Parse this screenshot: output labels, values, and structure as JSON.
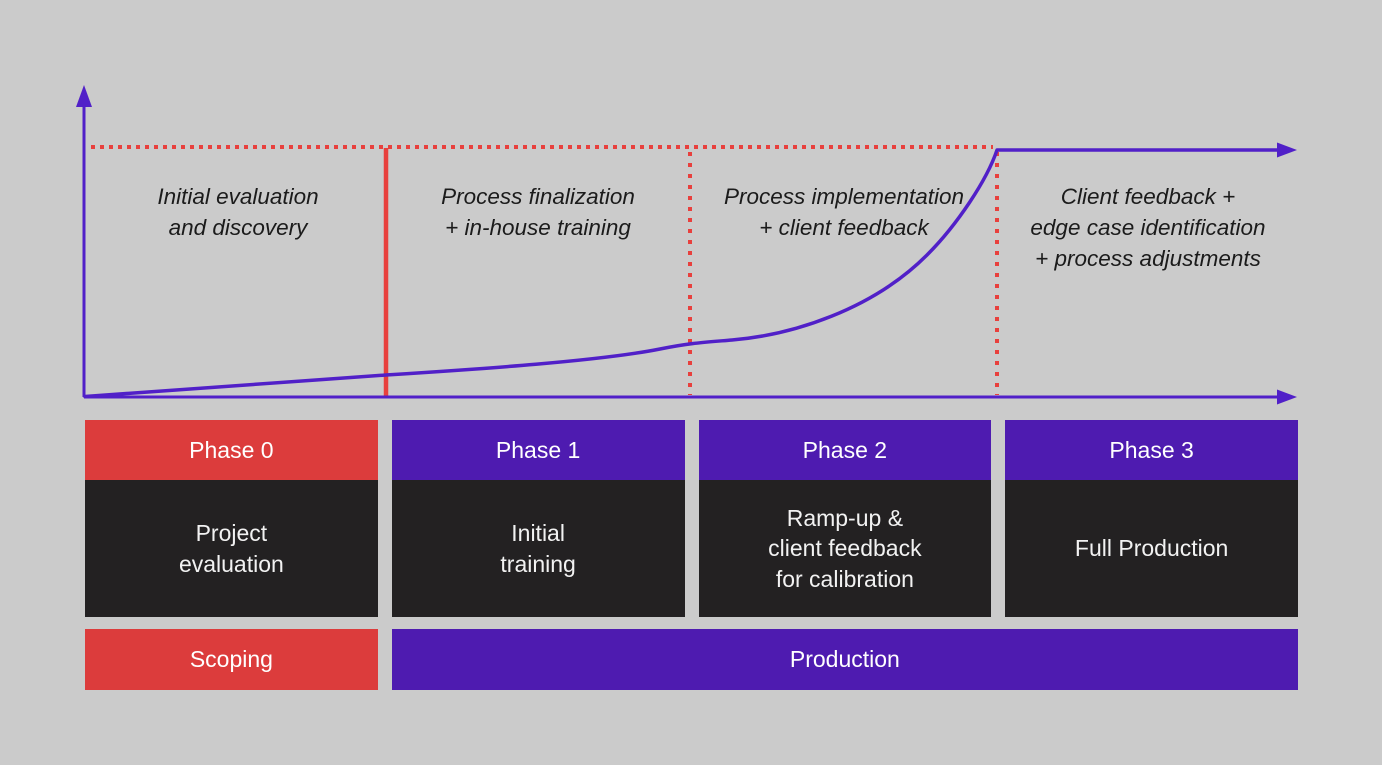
{
  "colors": {
    "bg": "#cbcbcb",
    "red": "#dc3c3c",
    "red-line": "#e8403d",
    "purple": "#4e1bb0",
    "purple-line": "#5120c8",
    "dark": "#232122",
    "text-light": "#f2f2f2",
    "text-dark": "#1b1b1b"
  },
  "chart": {
    "type": "line",
    "description": "Conceptual ramp-up curve rising from origin, flat near top after Phase 2/3 boundary; red dotted ceiling line; red section dividers",
    "region_labels": [
      {
        "text": "Initial evaluation\nand discovery"
      },
      {
        "text": "Process finalization\n+ in-house training"
      },
      {
        "text": "Process implementation\n+ client feedback"
      },
      {
        "text": "Client feedback +\nedge case identification\n+ process adjustments"
      }
    ]
  },
  "phases": [
    {
      "header": "Phase 0",
      "body": "Project\nevaluation"
    },
    {
      "header": "Phase 1",
      "body": "Initial\ntraining"
    },
    {
      "header": "Phase 2",
      "body": "Ramp-up &\nclient feedback\nfor calibration"
    },
    {
      "header": "Phase 3",
      "body": "Full Production"
    }
  ],
  "timeline": [
    {
      "label": "Scoping"
    },
    {
      "label": "Production"
    }
  ]
}
